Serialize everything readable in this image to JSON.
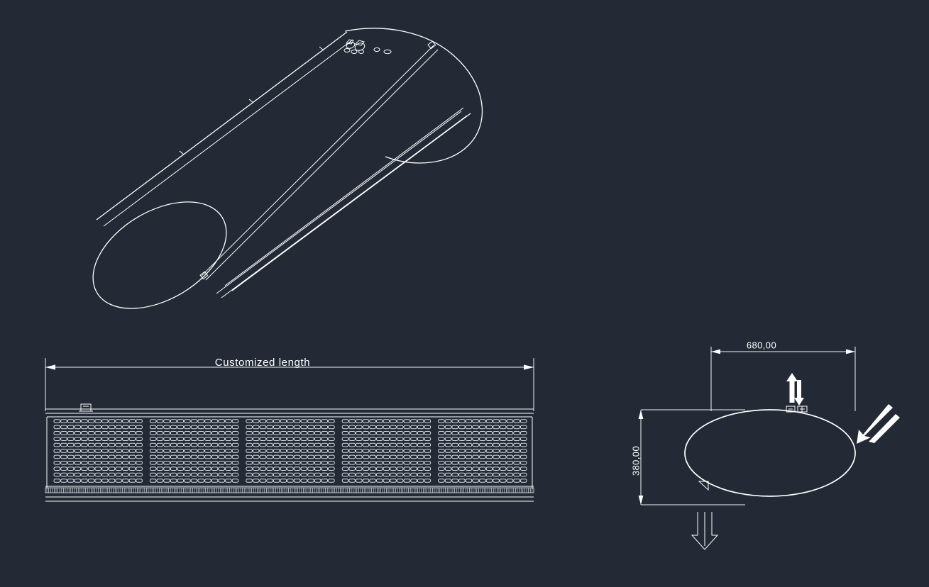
{
  "drawing": {
    "background_color": "#232a35",
    "line_color": "#ffffff",
    "title": "Air curtain / cylindrical diffuser unit drawing"
  },
  "views": {
    "isometric": {
      "name": "isometric-view",
      "description": "Isometric wireframe of elliptical-section cylindrical air curtain body"
    },
    "front": {
      "name": "front-elevation-view",
      "description": "Front elevation showing five louvered grille panels",
      "dimension_label": "Customized length",
      "grille": {
        "panels": 5,
        "rows": 11,
        "columns": 13
      }
    },
    "side": {
      "name": "side-section-view",
      "description": "End section showing elliptical profile with airflow arrows",
      "width_dimension": "680,00",
      "height_dimension": "380,00",
      "airflow_labels": {
        "intake_up": "intake-arrow-up",
        "intake_down": "intake-arrow-down",
        "diagonal": "diagonal-airflow-arrow",
        "discharge": "discharge-arrow-down"
      }
    }
  }
}
